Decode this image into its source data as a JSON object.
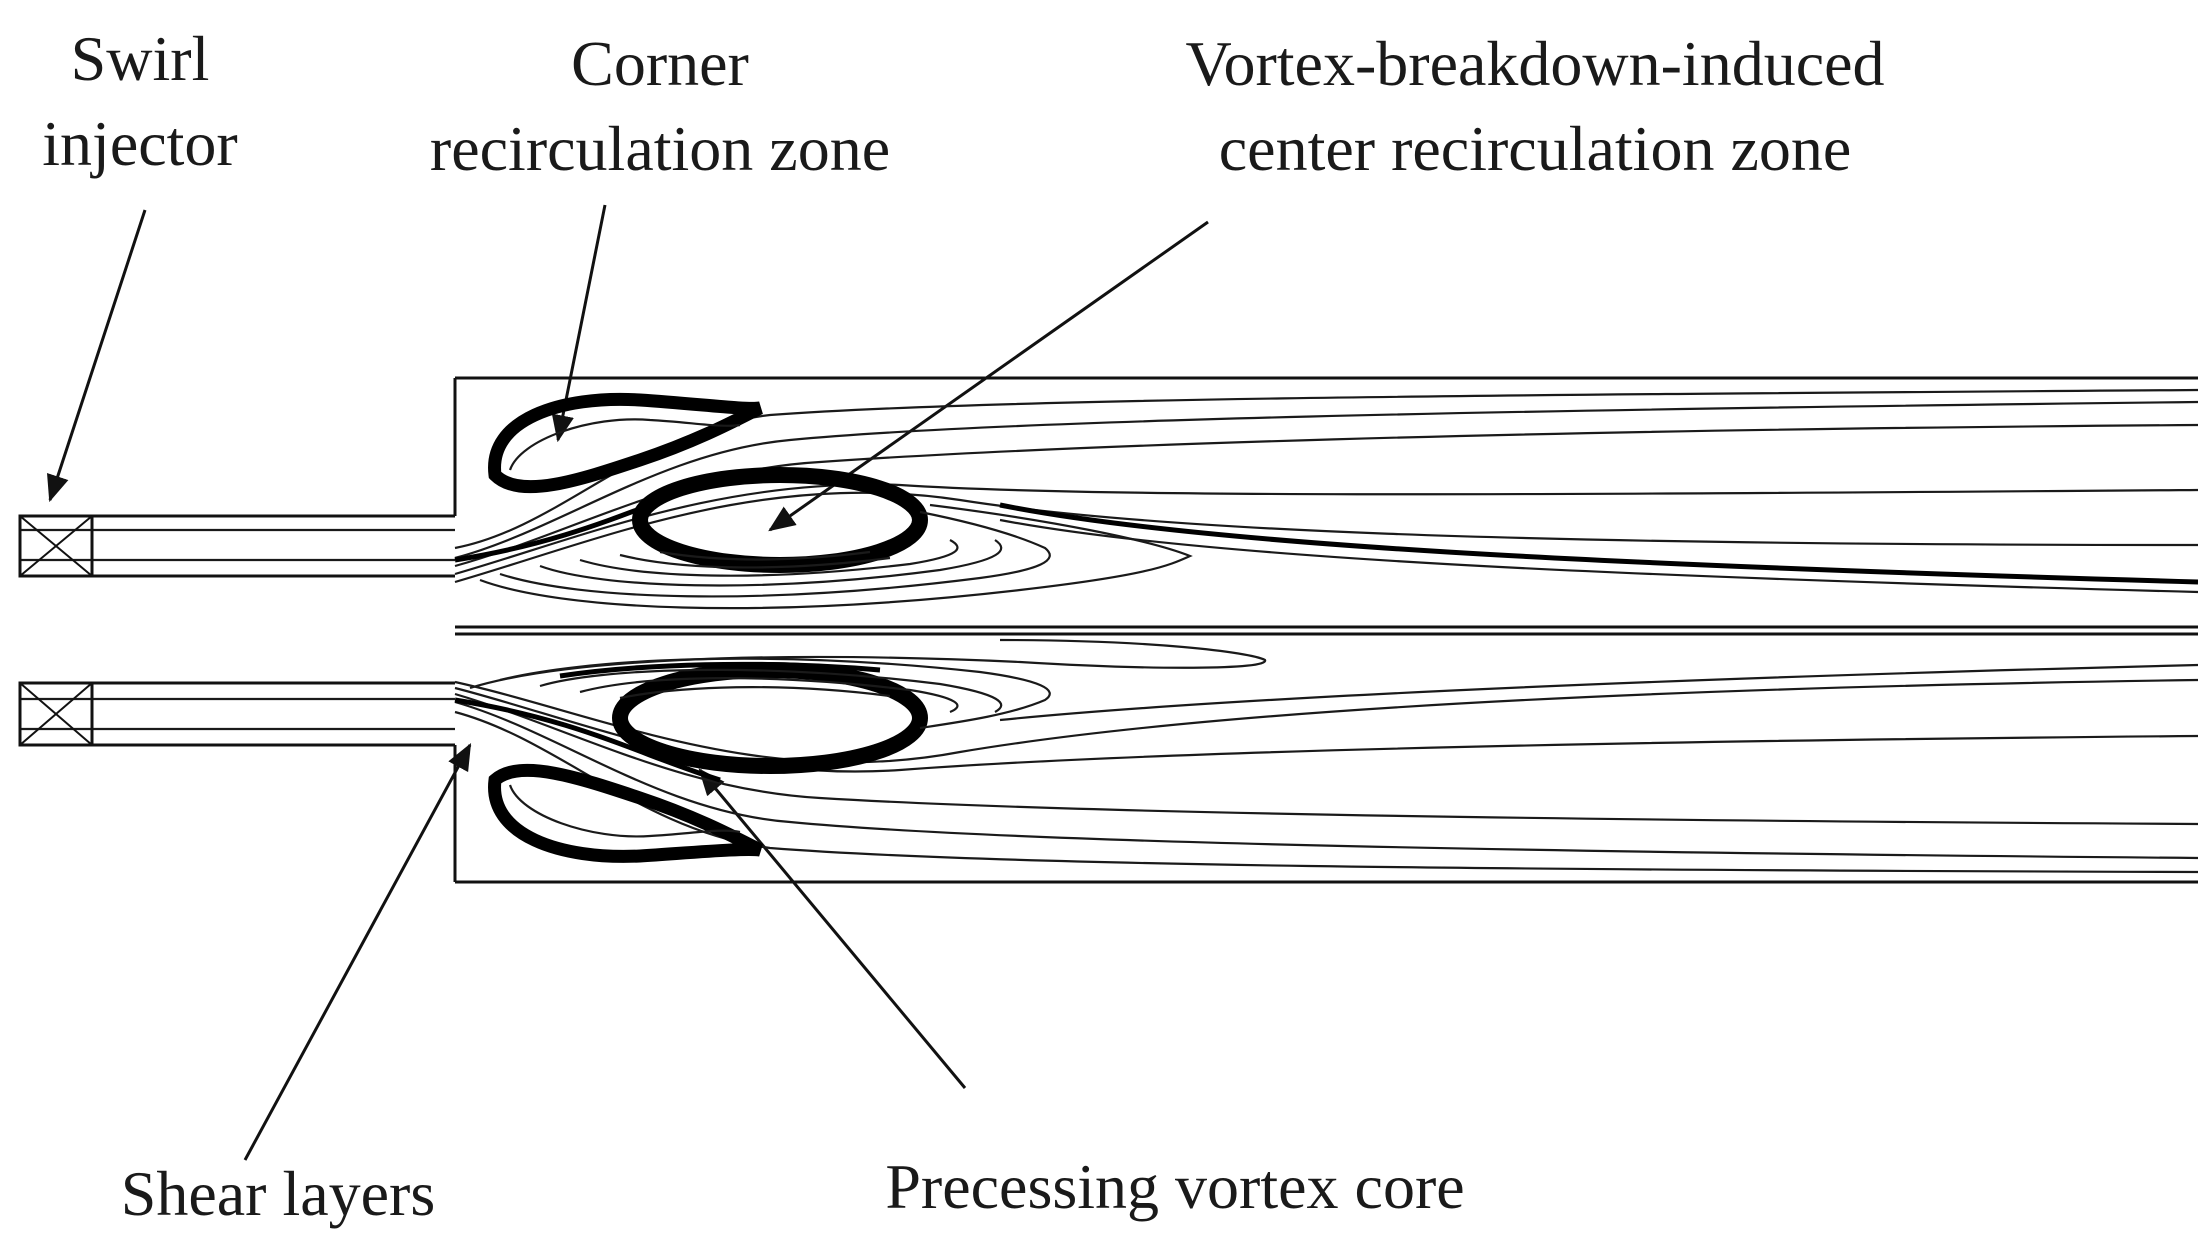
{
  "labels": {
    "swirl_injector": [
      "Swirl",
      "injector"
    ],
    "corner_zone": [
      "Corner",
      "recirculation zone"
    ],
    "center_zone": [
      "Vortex-breakdown-induced",
      "center recirculation zone"
    ],
    "shear_layers": "Shear layers",
    "precessing_core": "Precessing vortex core"
  }
}
